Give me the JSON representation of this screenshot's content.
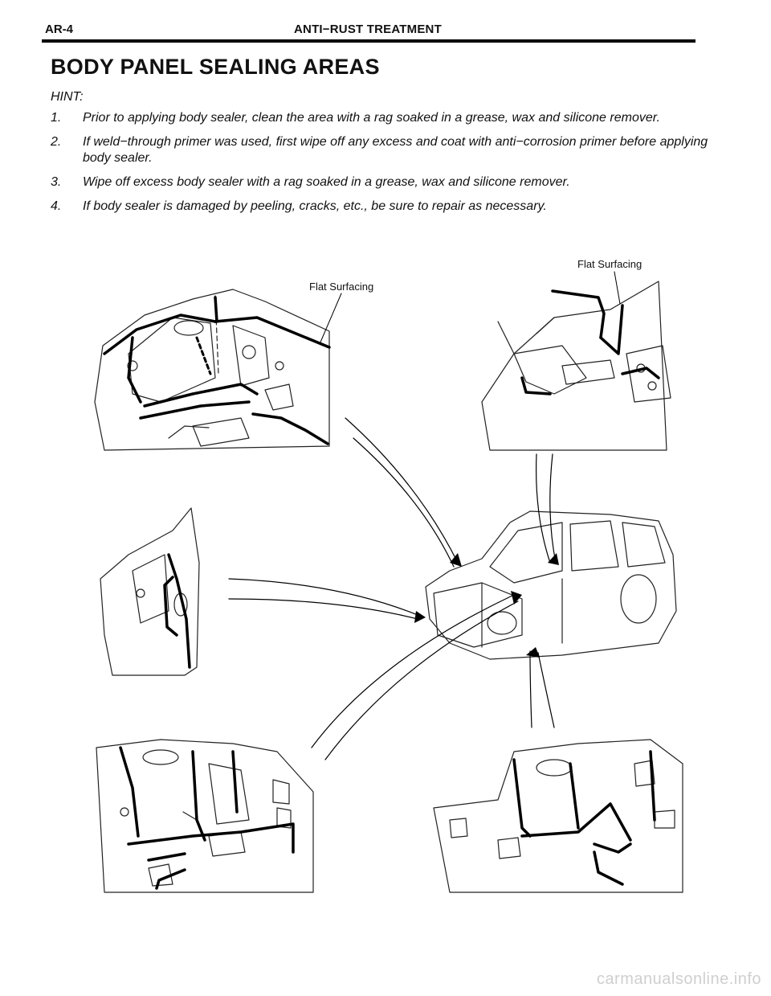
{
  "header": {
    "page_code": "AR-4",
    "section_title": "ANTI−RUST TREATMENT"
  },
  "title": "BODY PANEL SEALING AREAS",
  "hint_label": "HINT:",
  "steps": [
    {
      "num": "1.",
      "text": "Prior to applying body sealer, clean the area with a rag soaked in a grease, wax and silicone remover."
    },
    {
      "num": "2.",
      "text": "If weld−through primer was used, first wipe off any excess and coat with anti−corrosion primer before applying body sealer."
    },
    {
      "num": "3.",
      "text": "Wipe off excess body sealer with a rag soaked in a grease, wax and silicone remover."
    },
    {
      "num": "4.",
      "text": "If body sealer is damaged by peeling, cracks, etc., be sure to repair as necessary."
    }
  ],
  "figure": {
    "callout_left": "Flat Surfacing",
    "callout_right": "Flat Surfacing"
  },
  "watermark": "carmanualsonline.info"
}
